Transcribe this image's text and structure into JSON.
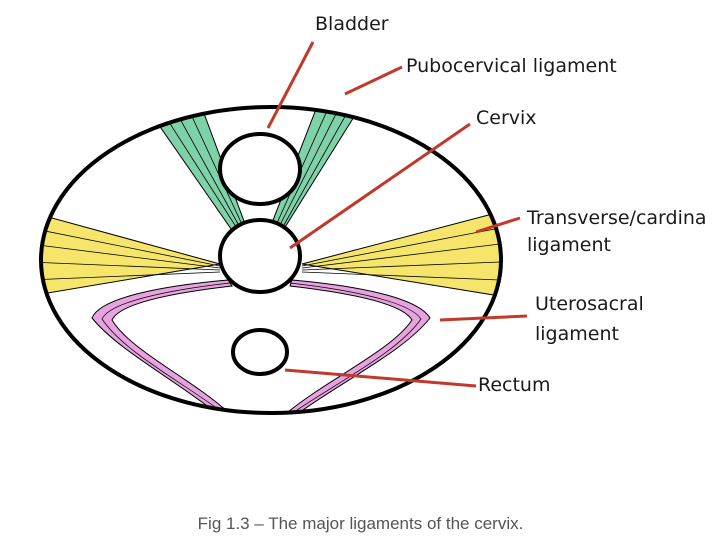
{
  "labels": {
    "bladder": "Bladder",
    "pubocervical": "Pubocervical ligament",
    "cervix": "Cervix",
    "transverse_line1": "Transverse/cardina",
    "transverse_line2": "ligament",
    "uterosacral_line1": "Uterosacral",
    "uterosacral_line2": "ligament",
    "rectum": "Rectum"
  },
  "caption": "Fig 1.3 – The major ligaments of the cervix.",
  "colors": {
    "outline": "#000000",
    "leader": "#c0392b",
    "pubocervical_fill": "#7fd1a8",
    "transverse_fill": "#f5e66b",
    "uterosacral_fill": "#e6a3df"
  }
}
